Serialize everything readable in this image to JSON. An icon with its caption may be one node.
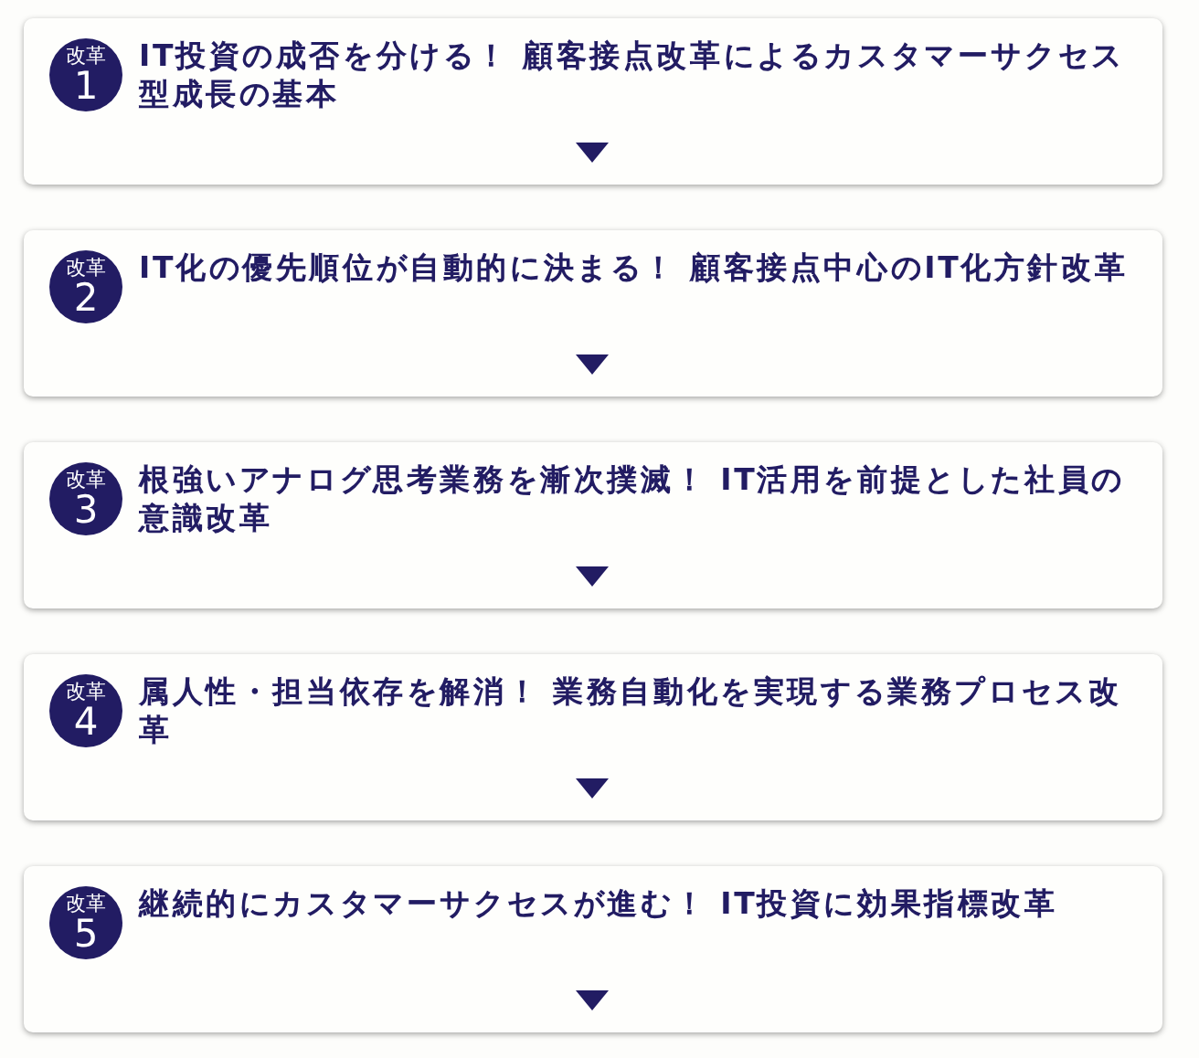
{
  "diagram": {
    "nodes": [
      {
        "text": [
          "IT投資の成否を分ける！ 顧客接点改革によるカスタマーサクセス型成長の基本"
        ]
      },
      {
        "text": [
          "改革",
          "1"
        ],
        "in": 0
      },
      {
        "text": [
          "IT化の優先順位が自動的に決まる！ 顧客接点中心のIT化方針改革"
        ]
      },
      {
        "text": [
          "改革",
          "2"
        ],
        "in": 2
      },
      {
        "text": [
          "根強いアナログ思考業務を漸次撲滅！ IT活用を前提とした社員の意識改革"
        ]
      },
      {
        "text": [
          "改革",
          "3"
        ],
        "in": 4
      },
      {
        "text": [
          "属人性・担当依存を解消！ 業務自動化を実現する業務プロセス改革"
        ]
      },
      {
        "text": [
          "改革",
          "4"
        ],
        "in": 6
      },
      {
        "text": [
          "継続的にカスタマーサクセスが進む！ IT投資に効果指標改革"
        ]
      },
      {
        "text": [
          "改革",
          "5"
        ],
        "in": 8
      }
    ]
  }
}
